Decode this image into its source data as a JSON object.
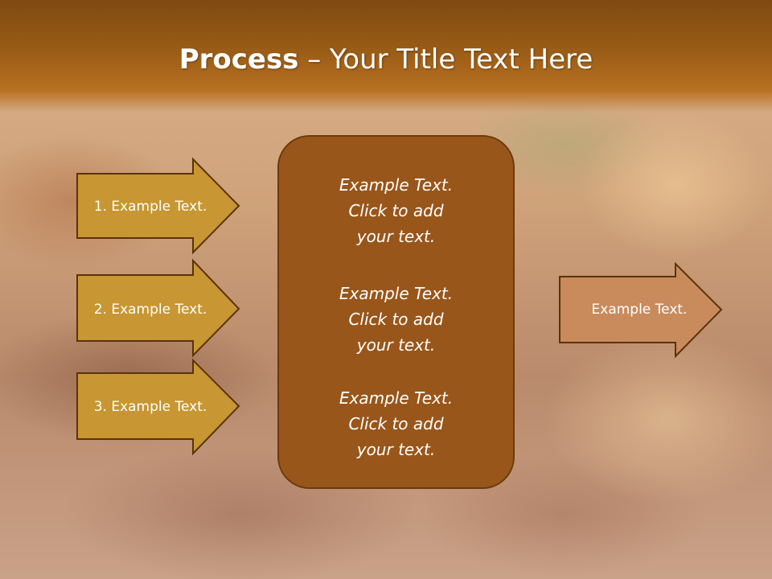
{
  "slide": {
    "title_bold": "Process",
    "title_rest": " – Your Title Text Here"
  },
  "left_arrows": [
    {
      "label": "1. Example Text."
    },
    {
      "label": "2. Example Text."
    },
    {
      "label": "3. Example Text."
    }
  ],
  "center_box": {
    "items": [
      {
        "text": "Example Text.\nClick  to add\nyour text."
      },
      {
        "text": "Example Text.\nClick  to add\nyour text."
      },
      {
        "text": "Example Text.\nClick  to add\nyour text."
      }
    ]
  },
  "right_arrow": {
    "label": "Example Text."
  },
  "colors": {
    "title_bar": "#9a5c16",
    "left_arrow_fill": "#c89632",
    "center_box_fill": "#99561a",
    "right_arrow_fill": "#c98b5c",
    "outline": "#5a3308"
  }
}
